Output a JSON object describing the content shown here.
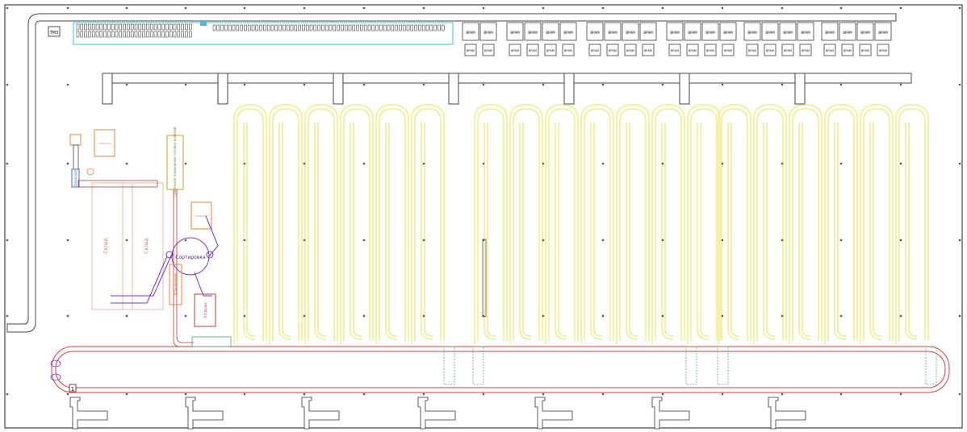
{
  "title_block": {
    "code": "ТМЗ"
  },
  "equipment_labels": {
    "cold_storage_1": "Склад",
    "cold_storage_2": "Склад",
    "sorting": "Сортировка",
    "grading": "Калибровка",
    "drying_room": "Сушильное помещение готовых изделий",
    "packing": "Упаковочная",
    "dispatch": "Отгрузка",
    "pump_unit": "Насосная"
  },
  "machine_label": "ВРАМ",
  "marker_label": "1",
  "colors": {
    "walls": "#333333",
    "heating_coil": "#f2ec7a",
    "conveyor_loop": "#e53935",
    "storage_zone": "#f4b59a",
    "equipment_outline": "#e8862c",
    "drying_frame": "#b8a81f",
    "sort_unit": "#7e2fd1",
    "cyan_rack": "#35c3dd",
    "teal_link": "#4aa58f",
    "grid_dot": "#555555"
  }
}
